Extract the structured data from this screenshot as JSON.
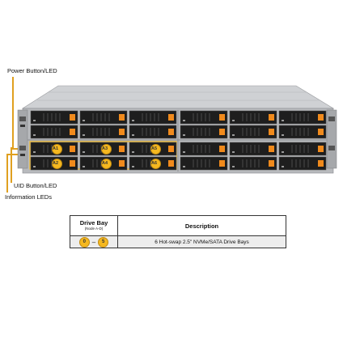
{
  "callouts": {
    "power": "Power Button/LED",
    "uid": "UID Button/LED",
    "info": "Information  LEDs"
  },
  "drive_labels": [
    "A1",
    "A3",
    "A5",
    "A2",
    "A4",
    "A6"
  ],
  "legend": {
    "header_bay": "Drive Bay",
    "header_bay_sub": "(Node A-D)",
    "header_desc": "Description",
    "bay_from": "0",
    "bay_to": "5",
    "desc": "6 Hot-swap 2.5\" NVMe/SATA Drive  Bays"
  },
  "colors": {
    "accent": "#f5b820",
    "lead": "#e0a020",
    "chassis": "#b8babd",
    "bay_dark": "#1e1e1e",
    "tab": "#f08a1c"
  }
}
